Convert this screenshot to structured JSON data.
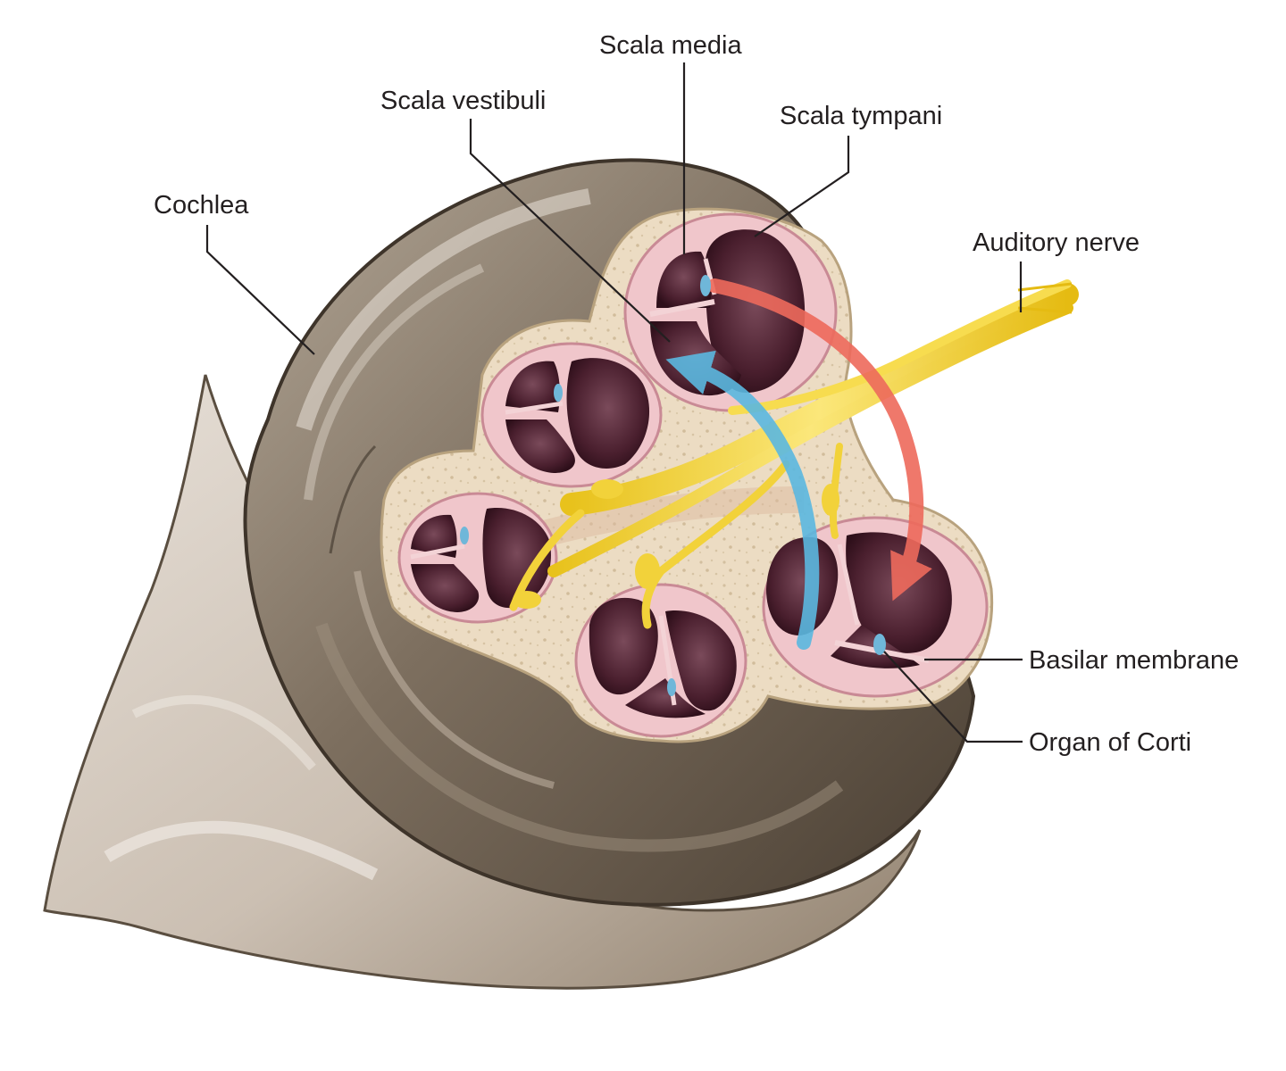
{
  "labels": {
    "cochlea": "Cochlea",
    "scala_vestibuli": "Scala vestibuli",
    "scala_media": "Scala media",
    "scala_tympani": "Scala tympani",
    "auditory_nerve": "Auditory nerve",
    "basilar_membrane": "Basilar membrane",
    "organ_of_corti": "Organ of Corti"
  },
  "colors": {
    "shell_dark": "#5e5244",
    "shell_light": "#cfc5b9",
    "bone": "#ecdcc3",
    "chamber": "#4a1f2e",
    "membrane_pink": "#e8a6b0",
    "nerve": "#f2d23a",
    "arrow_red": "#ee6a5c",
    "arrow_blue": "#5bb8e0"
  }
}
